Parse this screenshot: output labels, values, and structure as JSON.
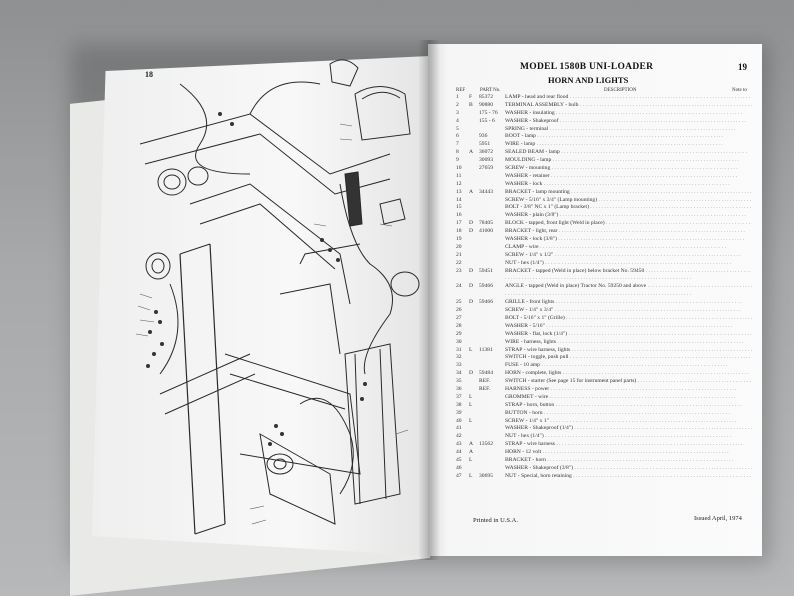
{
  "left_page": {
    "page_number": "18"
  },
  "right_page": {
    "model_title": "MODEL 1580B UNI-LOADER",
    "page_number": "19",
    "section_title": "HORN AND LIGHTS",
    "column_headers": {
      "ref": "REF",
      "part": "PART No.",
      "description": "DESCRIPTION",
      "notes": "Note to"
    },
    "rows": [
      {
        "ref": "1",
        "q": "F",
        "part": "85372",
        "desc": "LAMP - head and rear flood"
      },
      {
        "ref": "2",
        "q": "B",
        "part": "90880",
        "desc": "TERMINAL ASSEMBLY - bulb"
      },
      {
        "ref": "3",
        "q": "",
        "part": "175 - 76",
        "desc": "WASHER - insulating"
      },
      {
        "ref": "4",
        "q": "",
        "part": "155 - 6",
        "desc": "WASHER - Shakeproof"
      },
      {
        "ref": "5",
        "q": "",
        "part": "",
        "desc": "SPRING - terminal"
      },
      {
        "ref": "6",
        "q": "",
        "part": "936",
        "desc": "BOOT - lamp"
      },
      {
        "ref": "7",
        "q": "",
        "part": "5951",
        "desc": "WIRE - lamp"
      },
      {
        "ref": "8",
        "q": "A",
        "part": "36072",
        "desc": "SEALED BEAM - lamp"
      },
      {
        "ref": "9",
        "q": "",
        "part": "30093",
        "desc": "MOULDING - lamp"
      },
      {
        "ref": "10",
        "q": "",
        "part": "27659",
        "desc": "SCREW - mounting"
      },
      {
        "ref": "11",
        "q": "",
        "part": "",
        "desc": "WASHER - retainer"
      },
      {
        "ref": "12",
        "q": "",
        "part": "",
        "desc": "WASHER - lock"
      },
      {
        "ref": "13",
        "q": "A",
        "part": "34443",
        "desc": "BRACKET - lamp mounting"
      },
      {
        "ref": "14",
        "q": "",
        "part": "",
        "desc": "SCREW - 5/16\" x 3/4\" (Lamp mounting)"
      },
      {
        "ref": "15",
        "q": "",
        "part": "",
        "desc": "BOLT - 3/8\" NC x 1\" (Lamp bracket)"
      },
      {
        "ref": "16",
        "q": "",
        "part": "",
        "desc": "WASHER - plain (3/8\")"
      },
      {
        "ref": "17",
        "q": "D",
        "part": "78405",
        "desc": "BLOCK - tapped, front light (Weld in place)"
      },
      {
        "ref": "18",
        "q": "D",
        "part": "41000",
        "desc": "BRACKET - light, rear"
      },
      {
        "ref": "19",
        "q": "",
        "part": "",
        "desc": "WASHER - lock (3/8\")"
      },
      {
        "ref": "20",
        "q": "",
        "part": "",
        "desc": "CLAMP - wire"
      },
      {
        "ref": "21",
        "q": "",
        "part": "",
        "desc": "SCREW - 1/4\" x 1/2\""
      },
      {
        "ref": "22",
        "q": "",
        "part": "",
        "desc": "NUT - hex (1/4\")"
      },
      {
        "ref": "23",
        "q": "D",
        "part": "59451",
        "desc": "BRACKET - tapped (Weld in place) below bracket No. 59450"
      },
      {
        "ref": "",
        "q": "",
        "part": "",
        "desc": ""
      },
      {
        "ref": "24",
        "q": "D",
        "part": "59466",
        "desc": "ANGLE - tapped (Weld in place) Tractor No. 59250 and above"
      },
      {
        "ref": "",
        "q": "",
        "part": "",
        "desc": ""
      },
      {
        "ref": "25",
        "q": "D",
        "part": "59466",
        "desc": "GRILLE - front lights"
      },
      {
        "ref": "26",
        "q": "",
        "part": "",
        "desc": "SCREW - 1/4\" x 3/4\""
      },
      {
        "ref": "27",
        "q": "",
        "part": "",
        "desc": "BOLT - 5/16\" x 1\" (Grille)"
      },
      {
        "ref": "28",
        "q": "",
        "part": "",
        "desc": "WASHER - 5/16\""
      },
      {
        "ref": "29",
        "q": "",
        "part": "",
        "desc": "WASHER - flat, lock (1/4\")"
      },
      {
        "ref": "30",
        "q": "",
        "part": "",
        "desc": "WIRE - harness, lights"
      },
      {
        "ref": "31",
        "q": "L",
        "part": "11381",
        "desc": "STRAP - wire harness, lights"
      },
      {
        "ref": "32",
        "q": "",
        "part": "",
        "desc": "SWITCH - toggle, push pull"
      },
      {
        "ref": "33",
        "q": "",
        "part": "",
        "desc": "FUSE - 10 amp"
      },
      {
        "ref": "34",
        "q": "D",
        "part": "59484",
        "desc": "HORN - complete, lights"
      },
      {
        "ref": "35",
        "q": "",
        "part": "REF.",
        "desc": "SWITCH - starter (See page 15 for instrument panel parts)"
      },
      {
        "ref": "36",
        "q": "",
        "part": "REF.",
        "desc": "HARNESS - power"
      },
      {
        "ref": "37",
        "q": "L",
        "part": "",
        "desc": "GROMMET - wire"
      },
      {
        "ref": "38",
        "q": "L",
        "part": "",
        "desc": "STRAP - horn, button"
      },
      {
        "ref": "39",
        "q": "",
        "part": "",
        "desc": "BUTTON - horn"
      },
      {
        "ref": "40",
        "q": "L",
        "part": "",
        "desc": "SCREW - 1/4\" x 1\""
      },
      {
        "ref": "41",
        "q": "",
        "part": "",
        "desc": "WASHER - Shakeproof (1/4\")"
      },
      {
        "ref": "42",
        "q": "",
        "part": "",
        "desc": "NUT - hex (1/4\")"
      },
      {
        "ref": "43",
        "q": "A",
        "part": "13562",
        "desc": "STRAP - wire harness"
      },
      {
        "ref": "44",
        "q": "A",
        "part": "",
        "desc": "HORN - 12 volt"
      },
      {
        "ref": "45",
        "q": "L",
        "part": "",
        "desc": "BRACKET - horn"
      },
      {
        "ref": "46",
        "q": "",
        "part": "",
        "desc": "WASHER - Shakeproof (3/8\")"
      },
      {
        "ref": "47",
        "q": "L",
        "part": "30695",
        "desc": "NUT - Special, horn retaining"
      }
    ],
    "footer_left": "Printed in U.S.A.",
    "footer_right": "Issued April, 1974"
  }
}
